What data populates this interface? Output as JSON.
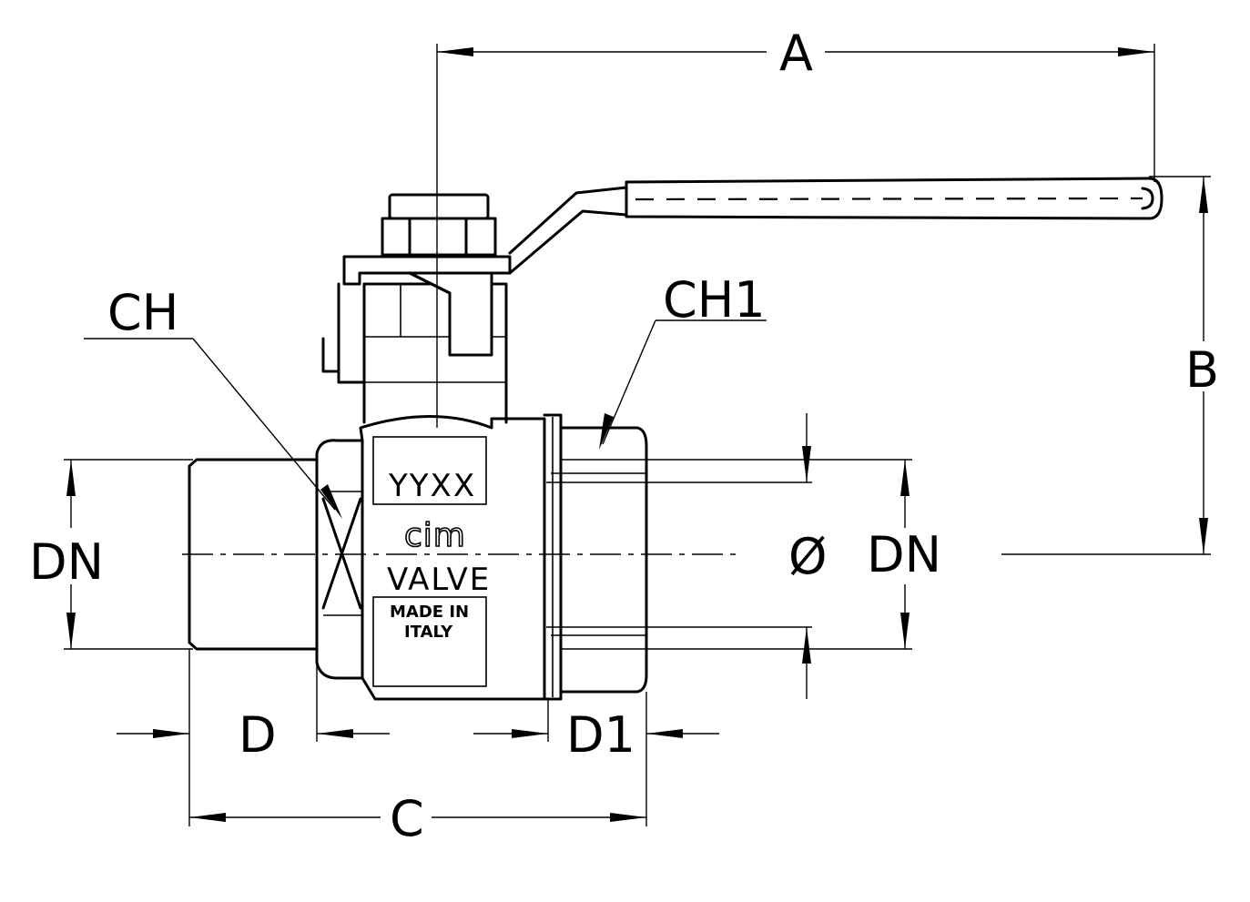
{
  "drawing": {
    "labels": {
      "a": "A",
      "b": "B",
      "c": "C",
      "d": "D",
      "d1": "D1",
      "ch": "CH",
      "ch1": "CH1",
      "dn_left": "DN",
      "dn_right": "DN",
      "diameter": "Ø"
    },
    "body_marking": {
      "code": "YYXX",
      "brand": "cim",
      "type": "VALVE",
      "origin_line1": "MADE IN",
      "origin_line2": "ITALY"
    }
  }
}
